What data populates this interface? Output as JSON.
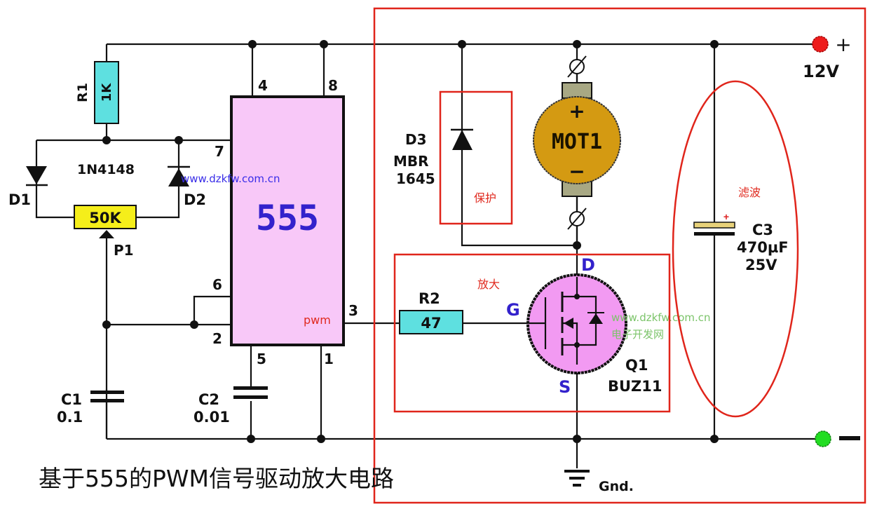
{
  "title": "基于555的PWM信号驱动放大电路",
  "watermarks": {
    "site_blue": "www.dzkfw.com.cn",
    "site_green": "www.dzkfw.com.cn",
    "site_green_cn": "电子开发网"
  },
  "annotations": {
    "protection": "保护",
    "amplify": "放大",
    "filter": "滤波",
    "pwm": "pwm"
  },
  "ic": {
    "name": "555",
    "pins": {
      "p4": "4",
      "p8": "8",
      "p7": "7",
      "p6": "6",
      "p2": "2",
      "p3": "3",
      "p5": "5",
      "p1": "1"
    }
  },
  "components": {
    "r1": {
      "ref": "R1",
      "value": "1K"
    },
    "diodes_part": "1N4148",
    "d1": {
      "ref": "D1"
    },
    "d2": {
      "ref": "D2"
    },
    "p1": {
      "ref": "P1",
      "value": "50K"
    },
    "c1": {
      "ref": "C1",
      "value": "0.1"
    },
    "c2": {
      "ref": "C2",
      "value": "0.01"
    },
    "d3": {
      "ref": "D3",
      "part_line1": "MBR",
      "part_line2": "1645"
    },
    "mot1": {
      "ref": "MOT1",
      "plus": "+",
      "minus": "−"
    },
    "r2": {
      "ref": "R2",
      "value": "47"
    },
    "q1": {
      "ref": "Q1",
      "part": "BUZ11",
      "gate": "G",
      "drain": "D",
      "source": "S"
    },
    "c3": {
      "ref": "C3",
      "value": "470µF",
      "voltage": "25V",
      "polarity": "+"
    }
  },
  "supply": {
    "positive_sign": "+",
    "voltage": "12V",
    "negative_sign": "—",
    "ground": "Gnd.",
    "positive_color": "#ee1c1c",
    "negative_color": "#22dd22"
  }
}
